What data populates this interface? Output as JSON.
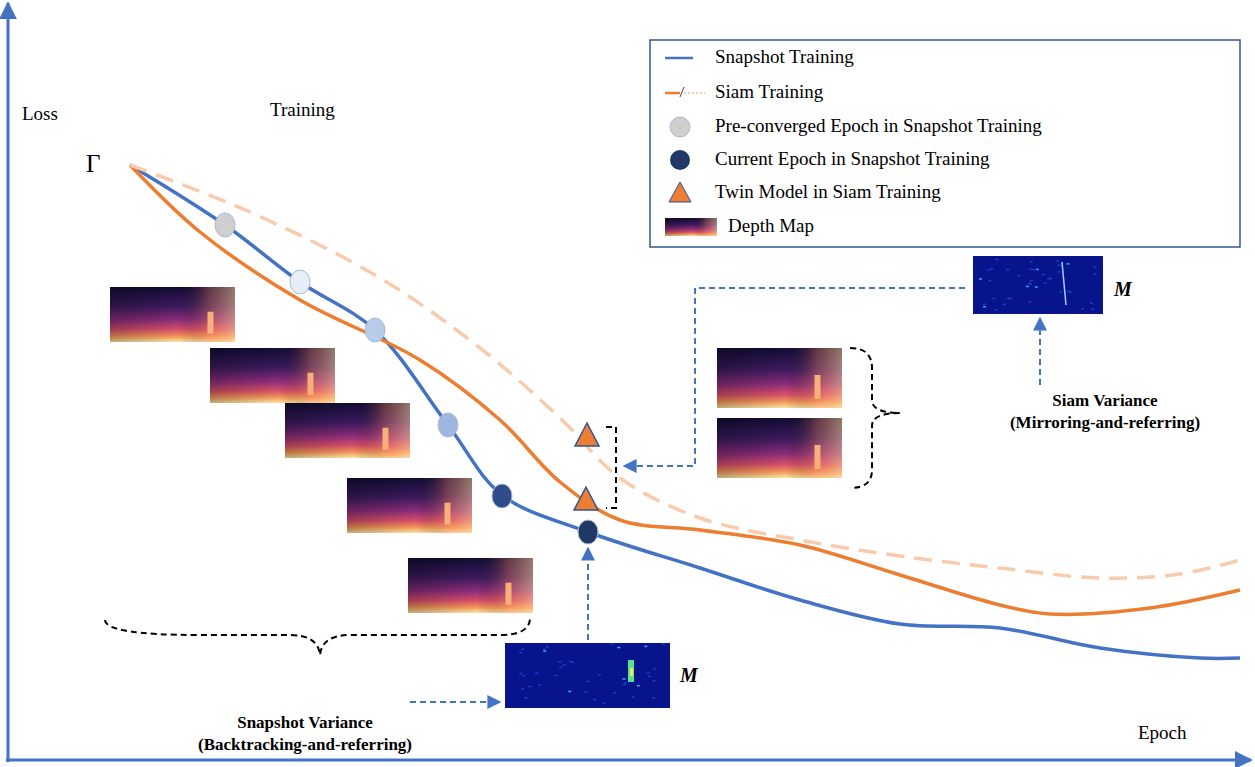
{
  "diagram": {
    "labels": [
      "Loss",
      "Training",
      "Γ",
      "M",
      "M",
      "Snapshot Variance",
      "(Backtracking-and-referring)",
      "Siam Variance",
      "(Mirroring-and-referring)",
      "Epoch"
    ],
    "legend": [
      {
        "text": "Snapshot Training"
      },
      {
        "text": "Siam Training"
      },
      {
        "text": "Pre-converged Epoch in Snapshot Training"
      },
      {
        "text": "Current Epoch in Snapshot Training"
      },
      {
        "text": "Twin Model in Siam Training"
      },
      {
        "text": "Depth Map"
      }
    ]
  }
}
